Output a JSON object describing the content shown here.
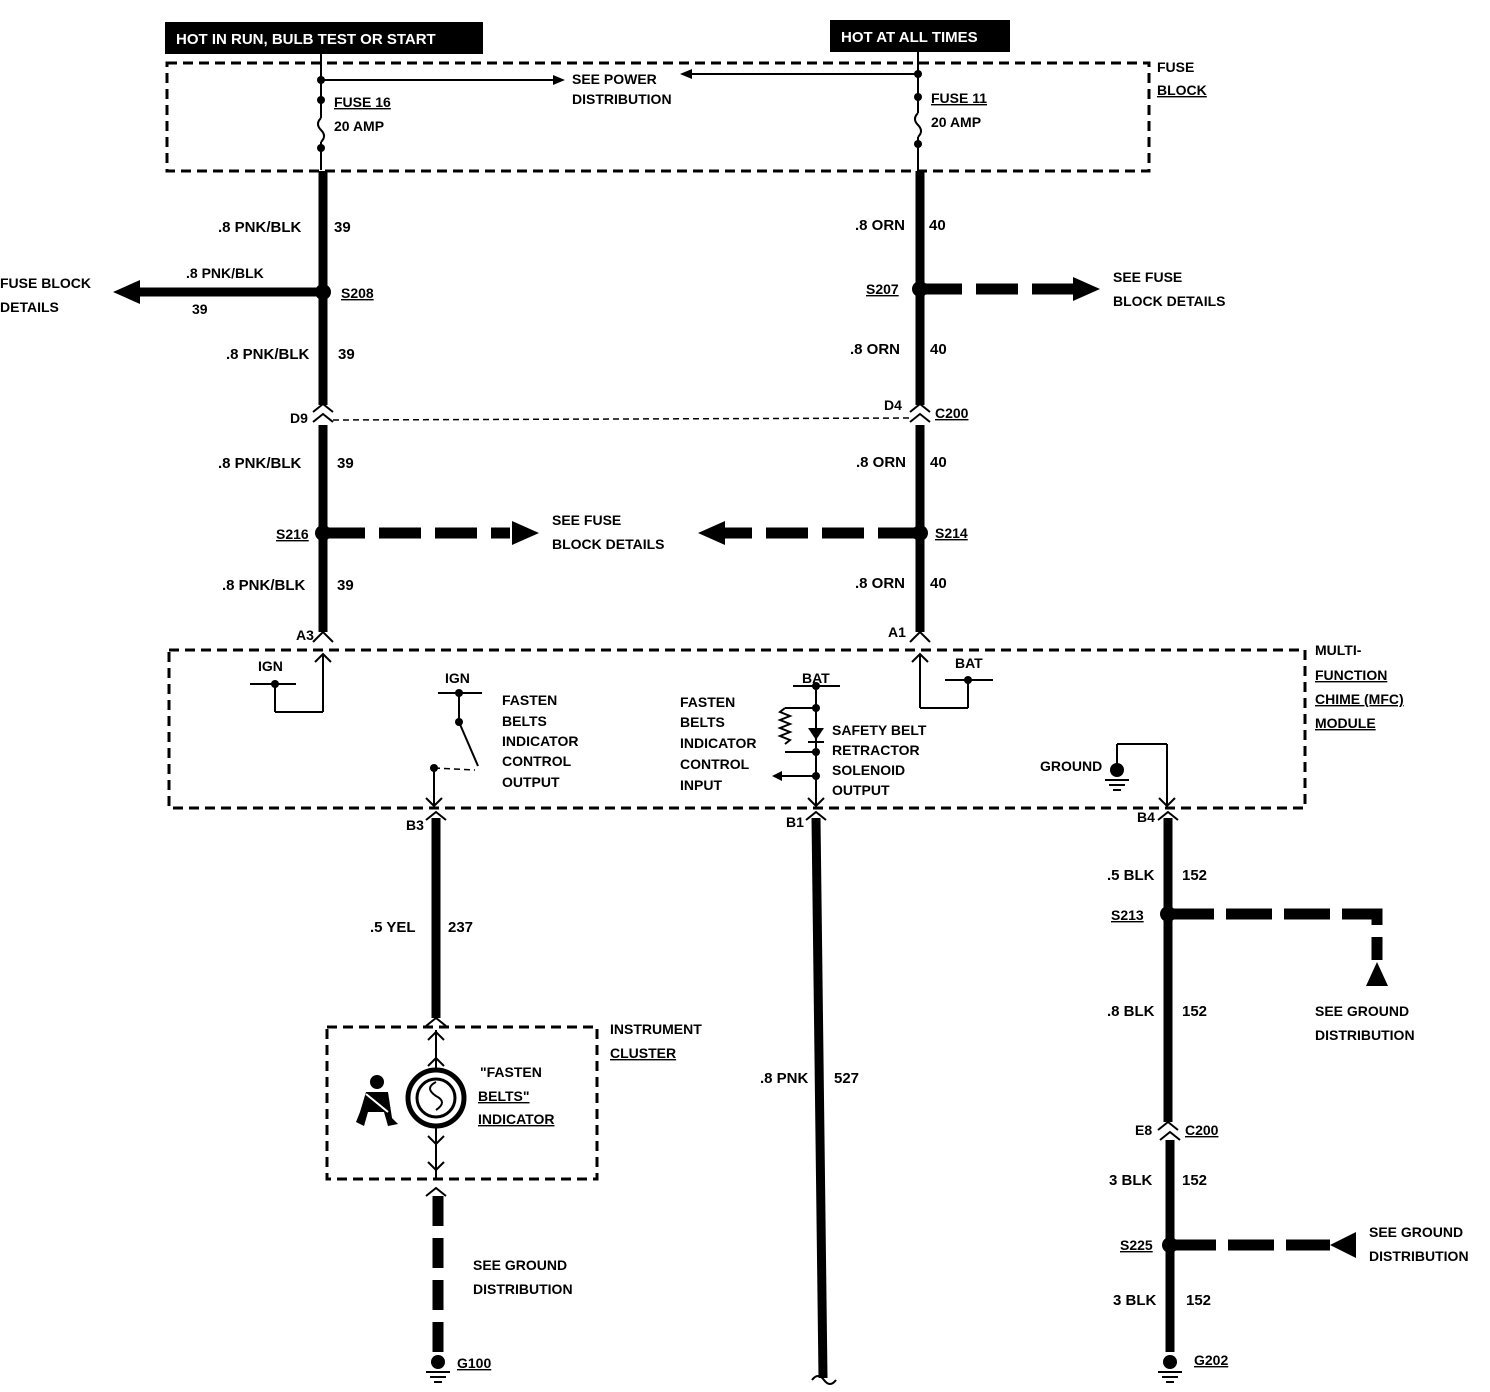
{
  "headers": {
    "left": "HOT IN RUN, BULB TEST OR START",
    "right": "HOT AT ALL TIMES"
  },
  "fuse_block": {
    "label_line1": "FUSE",
    "label_line2": "BLOCK",
    "see_power_line1": "SEE POWER",
    "see_power_line2": "DISTRIBUTION",
    "fuse16_name": "FUSE 16",
    "fuse16_rating": "20 AMP",
    "fuse11_name": "FUSE 11",
    "fuse11_rating": "20 AMP"
  },
  "left_circuit": {
    "wire1_color": ".8 PNK/BLK",
    "wire1_num": "39",
    "branch_color": ".8 PNK/BLK",
    "branch_num": "39",
    "branch_dest_line1": "FUSE BLOCK",
    "branch_dest_line2": "DETAILS",
    "splice1": "S208",
    "wire2_color": ".8 PNK/BLK",
    "wire2_num": "39",
    "connector_pin": "D9",
    "wire3_color": ".8 PNK/BLK",
    "wire3_num": "39",
    "splice2": "S216",
    "splice2_dest_line1": "SEE FUSE",
    "splice2_dest_line2": "BLOCK DETAILS",
    "wire4_color": ".8 PNK/BLK",
    "wire4_num": "39",
    "module_pin": "A3"
  },
  "right_circuit": {
    "wire1_color": ".8 ORN",
    "wire1_num": "40",
    "splice1": "S207",
    "splice1_dest_line1": "SEE FUSE",
    "splice1_dest_line2": "BLOCK DETAILS",
    "wire2_color": ".8 ORN",
    "wire2_num": "40",
    "connector_pin": "D4",
    "connector": "C200",
    "wire3_color": ".8 ORN",
    "wire3_num": "40",
    "splice2": "S214",
    "wire4_color": ".8 ORN",
    "wire4_num": "40",
    "module_pin": "A1"
  },
  "module": {
    "name_line1": "MULTI-",
    "name_line2": "FUNCTION",
    "name_line3": "CHIME (MFC)",
    "name_line4": "MODULE",
    "ign_a": "IGN",
    "ign_b": "IGN",
    "bat_a": "BAT",
    "bat_b": "BAT",
    "fasten_out_1": "FASTEN",
    "fasten_out_2": "BELTS",
    "fasten_out_3": "INDICATOR",
    "fasten_out_4": "CONTROL",
    "fasten_out_5": "OUTPUT",
    "fasten_in_1": "FASTEN",
    "fasten_in_2": "BELTS",
    "fasten_in_3": "INDICATOR",
    "fasten_in_4": "CONTROL",
    "fasten_in_5": "INPUT",
    "retract_1": "SAFETY BELT",
    "retract_2": "RETRACTOR",
    "retract_3": "SOLENOID",
    "retract_4": "OUTPUT",
    "ground": "GROUND",
    "pin_b3": "B3",
    "pin_b1": "B1",
    "pin_b4": "B4"
  },
  "b3_circuit": {
    "wire_color": ".5 YEL",
    "wire_num": "237",
    "cluster_line1": "INSTRUMENT",
    "cluster_line2": "CLUSTER",
    "indicator_line1": "\"FASTEN",
    "indicator_line2": "BELTS\"",
    "indicator_line3": "INDICATOR",
    "ground_line1": "SEE GROUND",
    "ground_line2": "DISTRIBUTION",
    "ground_id": "G100"
  },
  "b1_circuit": {
    "wire_color": ".8 PNK",
    "wire_num": "527"
  },
  "b4_circuit": {
    "wire1_color": ".5 BLK",
    "wire1_num": "152",
    "splice1": "S213",
    "splice1_dest_line1": "SEE GROUND",
    "splice1_dest_line2": "DISTRIBUTION",
    "wire2_color": ".8 BLK",
    "wire2_num": "152",
    "connector_pin": "E8",
    "connector": "C200",
    "wire3_color": "3 BLK",
    "wire3_num": "152",
    "splice2": "S225",
    "splice2_dest_line1": "SEE GROUND",
    "splice2_dest_line2": "DISTRIBUTION",
    "wire4_color": "3 BLK",
    "wire4_num": "152",
    "ground_id": "G202"
  }
}
